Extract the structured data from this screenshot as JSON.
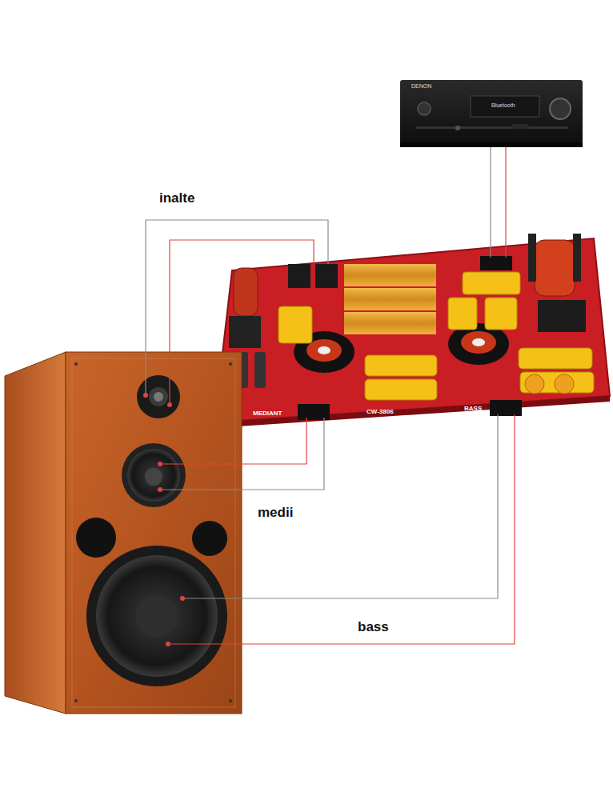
{
  "diagram": {
    "labels": [
      "inalte",
      "medii",
      "bass",
      "MEDIANT",
      "CW-3806",
      "BASS",
      "DENON",
      "Bluetooth"
    ]
  }
}
